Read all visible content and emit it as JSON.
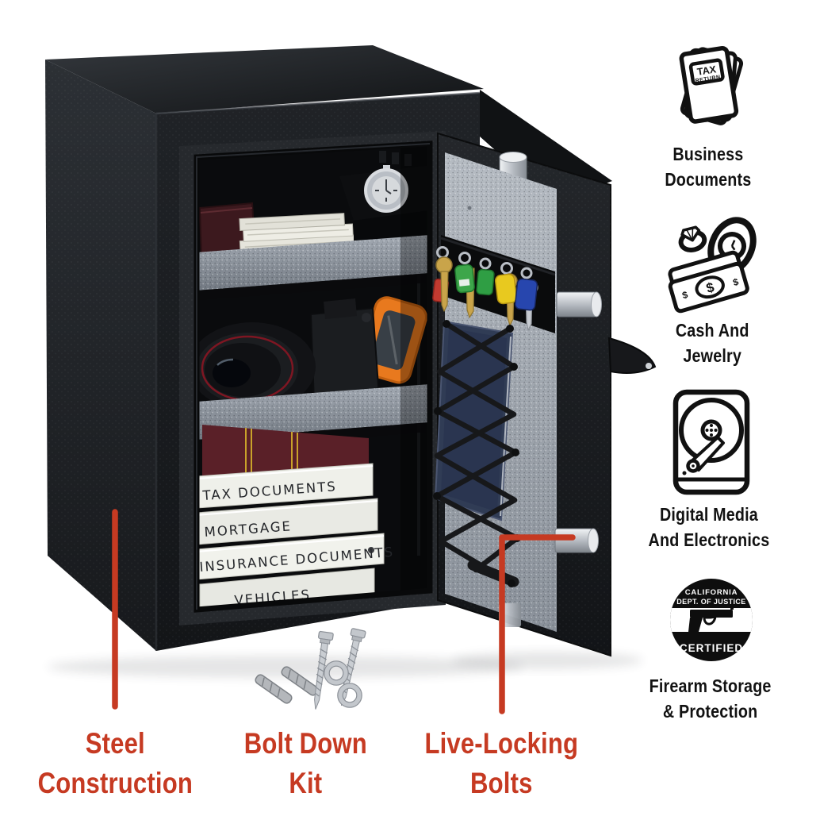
{
  "accent_color": "#c63a22",
  "palette": {
    "safe_black": "#1a1c1f",
    "felt_gray": "#a7adb5",
    "carpet_gray": "#8f969f",
    "drive_orange": "#e8791e",
    "key_tag_red": "#c23a30",
    "key_tag_green": "#3da64a",
    "key_tag_yellow": "#e8c91f",
    "key_tag_blue": "#2746ae"
  },
  "features": [
    {
      "icon": "tax-documents-icon",
      "label_lines": [
        "Business",
        "Documents"
      ],
      "doc_label_line1": "TAX",
      "doc_label_line2": "RETURN"
    },
    {
      "icon": "cash-and-jewelry-icon",
      "label_lines": [
        "Cash And",
        "Jewelry"
      ],
      "bill_symbol": "$"
    },
    {
      "icon": "hard-drive-icon",
      "label_lines": [
        "Digital Media",
        "And Electronics"
      ]
    },
    {
      "icon": "doj-certified-badge-icon",
      "label_lines": [
        "Firearm Storage",
        "& Protection"
      ],
      "badge_top_line1": "CALIFORNIA",
      "badge_top_line2": "DEPT. OF JUSTICE",
      "badge_bottom": "CERTIFIED"
    }
  ],
  "callouts": [
    {
      "target": "safe-left-side",
      "label_lines": [
        "Steel",
        "Construction"
      ]
    },
    {
      "target": "anchor-hardware",
      "label_lines": [
        "Bolt Down",
        "Kit"
      ]
    },
    {
      "target": "door-locking-bolt",
      "label_lines": [
        "Live-Locking",
        "Bolts"
      ]
    }
  ],
  "safe": {
    "binder_labels": [
      "TAX DOCUMENTS",
      "MORTGAGE",
      "INSURANCE DOCUMENTS",
      "VEHICLES"
    ]
  }
}
